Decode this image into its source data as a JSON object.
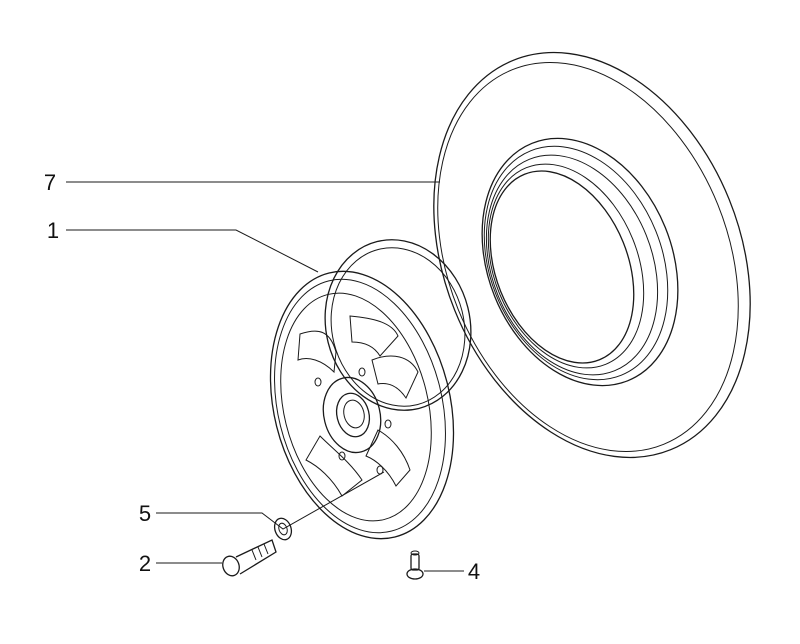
{
  "title": "",
  "callouts": [
    {
      "id": "7",
      "part": "tyre"
    },
    {
      "id": "1",
      "part": "wheel-rim"
    },
    {
      "id": "5",
      "part": "washer"
    },
    {
      "id": "2",
      "part": "bolt"
    },
    {
      "id": "4",
      "part": "valve"
    }
  ],
  "colors": {
    "line": "#1a1a1a",
    "background": "#ffffff"
  }
}
